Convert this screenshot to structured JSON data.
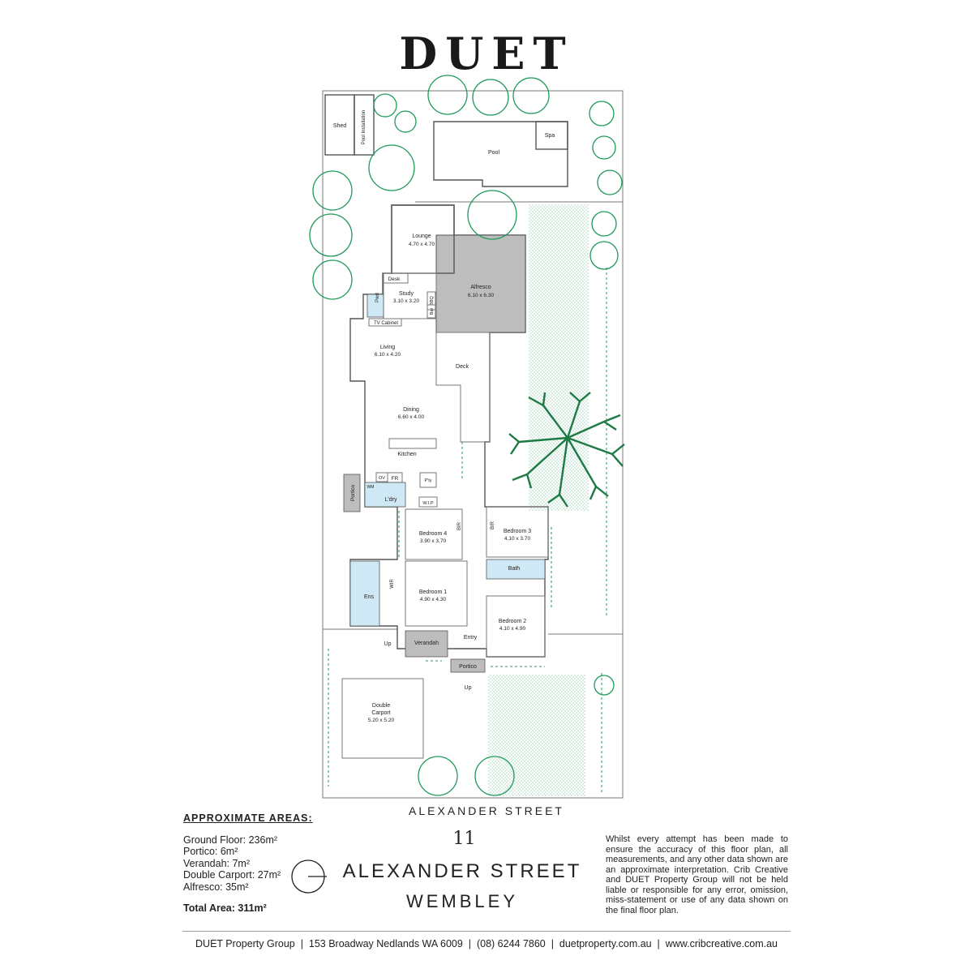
{
  "brand": "DUET",
  "street_label": "ALEXANDER STREET",
  "rooms": {
    "shed": "Shed",
    "pool_install": "Pool Installation",
    "pool": "Pool",
    "spa": "Spa",
    "lounge": {
      "name": "Lounge",
      "dim": "4.70 x 4.70"
    },
    "alfresco": {
      "name": "Alfresco",
      "dim": "6.10 x 6.30"
    },
    "desk": "Desk",
    "study": {
      "name": "Study",
      "dim": "3.10 x 3.20"
    },
    "pwd": "Pwd",
    "bbq": "BBQ",
    "bar": "Bar",
    "tv_cabinet": "TV Cabinet",
    "living": {
      "name": "Living",
      "dim": "6.10 x 4.20"
    },
    "deck": "Deck",
    "dining": {
      "name": "Dining",
      "dim": "6.60 x 4.00"
    },
    "kitchen": "Kitchen",
    "ov": "OV",
    "fr": "FR",
    "pty": "P'ty",
    "wm": "WM",
    "ldry": "L'dry",
    "wip": "W.I.P",
    "portico_side": "Portico",
    "bedroom4": {
      "name": "Bedroom 4",
      "dim": "3.90 x 3.70"
    },
    "bir": "BIR",
    "bedroom3": {
      "name": "Bedroom 3",
      "dim": "4.10 x 3.70"
    },
    "bath": "Bath",
    "ens": "Ens",
    "wir": "WIR",
    "bedroom1": {
      "name": "Bedroom 1",
      "dim": "4.90 x 4.30"
    },
    "bedroom2": {
      "name": "Bedroom 2",
      "dim": "4.10 x 4.90"
    },
    "up": "Up",
    "verandah": "Verandah",
    "entry": "Entry",
    "portico_front": "Portico",
    "carport": {
      "name": "Double",
      "name2": "Carport",
      "dim": "5.20 x 5.20"
    }
  },
  "areas": {
    "heading": "APPROXIMATE AREAS:",
    "items": [
      "Ground Floor: 236m²",
      "Portico: 6m²",
      "Verandah: 7m²",
      "Double Carport: 27m²",
      "Alfresco: 35m²"
    ],
    "total": "Total Area: 311m²"
  },
  "address": {
    "number": "11",
    "street": "ALEXANDER STREET",
    "suburb": "WEMBLEY"
  },
  "disclaimer": "Whilst every attempt has been made to ensure the accuracy of this floor plan, all measurements, and any other data shown are an approximate interpretation. Crib Creative and DUET Property Group will not be held liable or responsible for any error, omission, miss-statement or use of any data shown on the final floor plan.",
  "footer": "DUET Property Group  |  153 Broadway Nedlands WA 6009  |  (08) 6244 7860  |  duetproperty.com.au  |  www.cribcreative.com.au",
  "colors": {
    "tree": "#1e9a5a",
    "lawn": "#cfe6d6",
    "alfresco": "#bdbdbd",
    "wet": "#cfe8f5"
  }
}
